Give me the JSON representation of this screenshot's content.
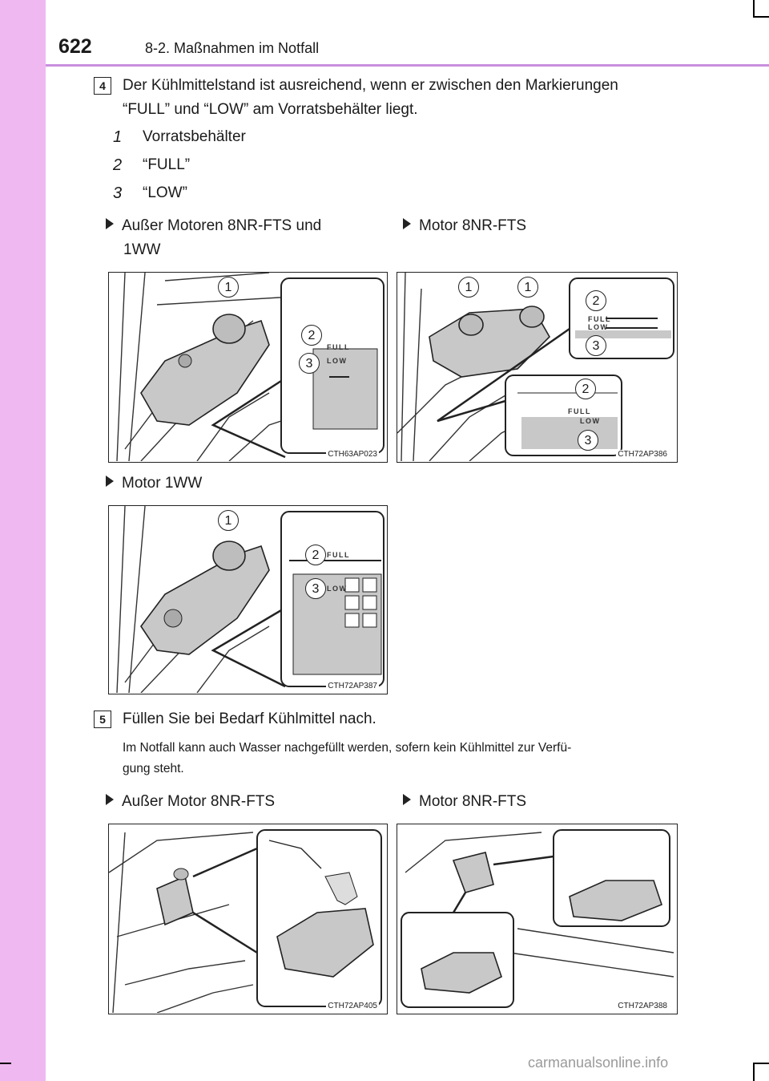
{
  "header": {
    "page_number": "622",
    "chapter": "8-2. Maßnahmen im Notfall"
  },
  "step4": {
    "badge": "4",
    "text_line1": "Der Kühlmittelstand ist ausreichend, wenn er zwischen den Markierungen",
    "text_line2": "“FULL” und “LOW” am Vorratsbehälter liegt.",
    "legend": [
      {
        "num": "1",
        "label": "Vorratsbehälter"
      },
      {
        "num": "2",
        "label": "“FULL”"
      },
      {
        "num": "3",
        "label": "“LOW”"
      }
    ]
  },
  "figs_top": {
    "left_caption_line1": "Außer Motoren 8NR-FTS und",
    "left_caption_line2": "1WW",
    "right_caption": "Motor 8NR-FTS",
    "left_code": "CTH63AP023",
    "right_code": "CTH72AP386"
  },
  "fig_mid": {
    "caption": "Motor 1WW",
    "code": "CTH72AP387"
  },
  "step5": {
    "badge": "5",
    "text": "Füllen Sie bei Bedarf Kühlmittel nach.",
    "note_line1": "Im Notfall kann auch Wasser nachgefüllt werden, sofern kein Kühlmittel zur Verfü-",
    "note_line2": "gung steht."
  },
  "figs_bottom": {
    "left_caption": "Außer Motor 8NR-FTS",
    "right_caption": "Motor 8NR-FTS",
    "left_code": "CTH72AP405",
    "right_code": "CTH72AP388"
  },
  "callouts": {
    "one": "1",
    "two": "2",
    "three": "3",
    "full": "FULL",
    "low": "LOW"
  },
  "watermark": "carmanualsonline.info"
}
